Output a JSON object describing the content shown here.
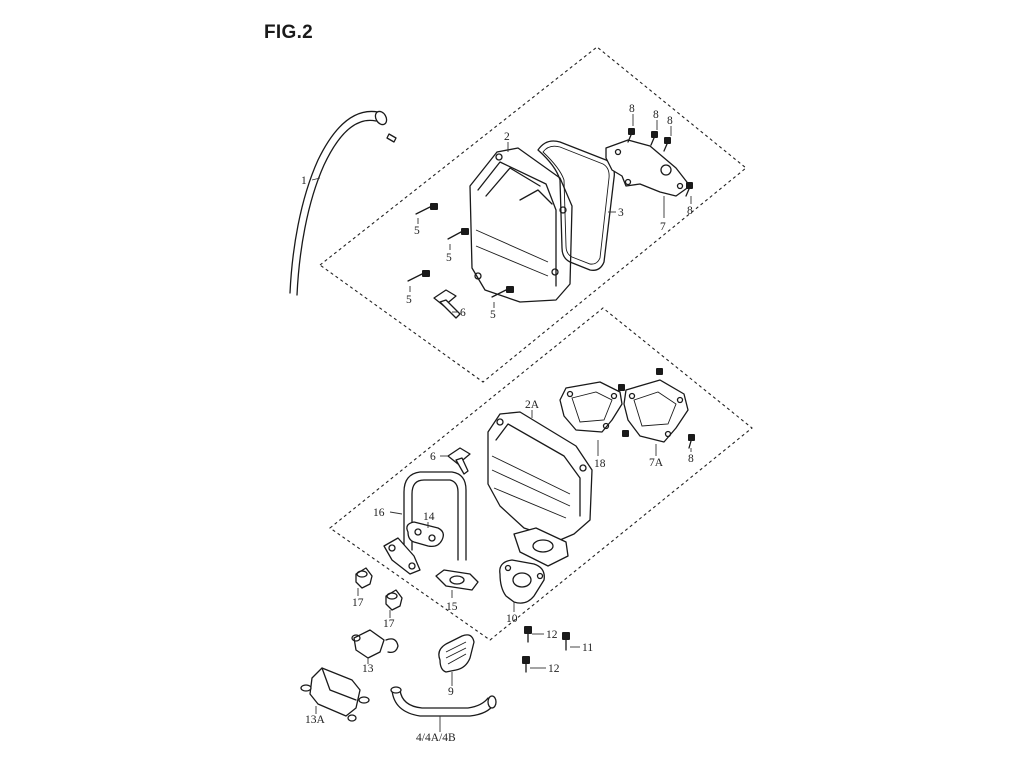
{
  "figure": {
    "title": "FIG.2"
  },
  "callouts": {
    "c1": "1",
    "c2": "2",
    "c3": "3",
    "c5a": "5",
    "c5b": "5",
    "c5c": "5",
    "c5d": "5",
    "c6a": "6",
    "c7": "7",
    "c8a": "8",
    "c8b": "8",
    "c8c": "8",
    "c8d": "8",
    "c2A": "2A",
    "c18": "18",
    "c7A": "7A",
    "c8e": "8",
    "c6b": "6",
    "c16": "16",
    "c14": "14",
    "c15": "15",
    "c10": "10",
    "c17a": "17",
    "c17b": "17",
    "c12a": "12",
    "c11": "11",
    "c12b": "12",
    "c13": "13",
    "c9": "9",
    "c13A": "13A",
    "c4": "4/4A/4B"
  }
}
